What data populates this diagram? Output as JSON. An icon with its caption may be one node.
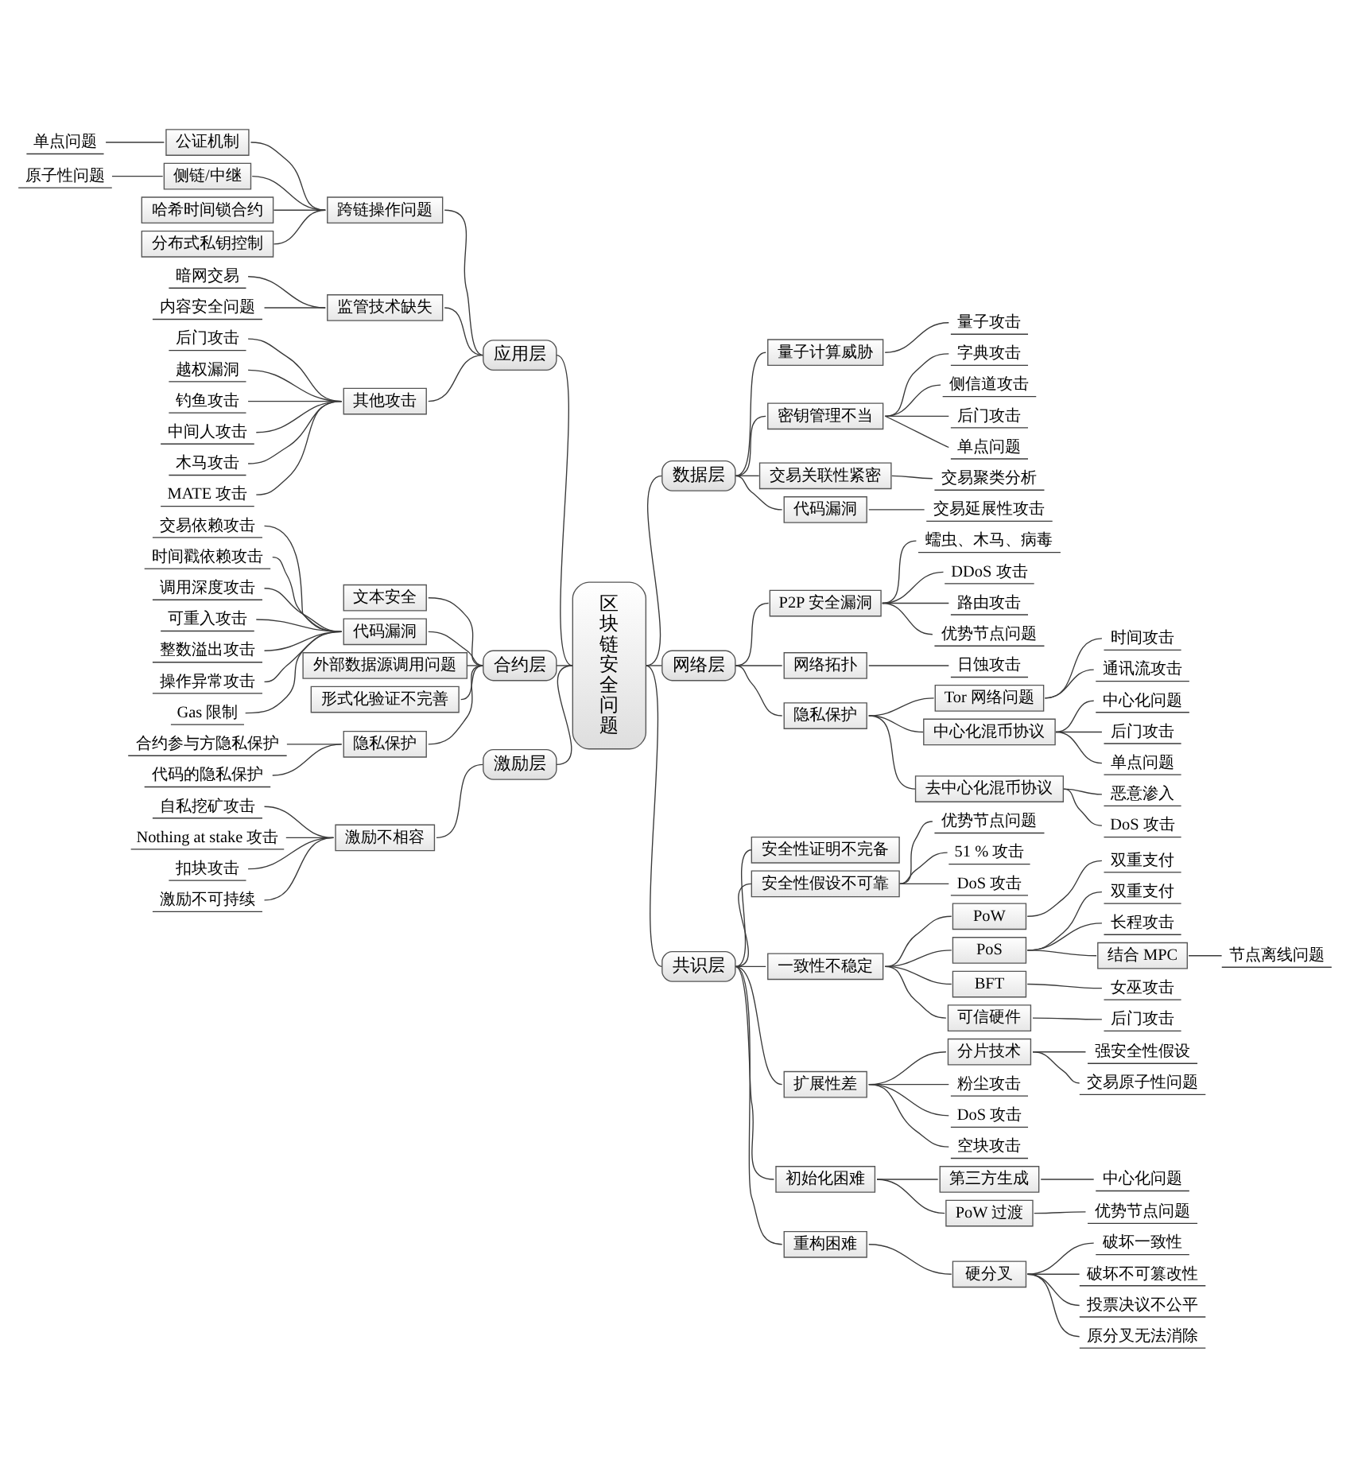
{
  "diagram": {
    "nodes": [
      {
        "text": [
          "区块链安全问题"
        ]
      },
      {
        "text": [
          "数据层"
        ]
      },
      {
        "text": [
          "量子计算威胁"
        ]
      },
      {
        "text": [
          "量子攻击"
        ]
      },
      {
        "text": [
          "密钥管理不当"
        ]
      },
      {
        "text": [
          "字典攻击"
        ]
      },
      {
        "text": [
          "侧信道攻击"
        ]
      },
      {
        "text": [
          "后门攻击"
        ]
      },
      {
        "text": [
          "单点问题"
        ]
      },
      {
        "text": [
          "交易关联性紧密"
        ]
      },
      {
        "text": [
          "交易聚类分析"
        ]
      },
      {
        "text": [
          "代码漏洞"
        ]
      },
      {
        "text": [
          "交易延展性攻击"
        ]
      },
      {
        "text": [
          "网络层"
        ]
      },
      {
        "text": [
          "P2P 安全漏洞"
        ]
      },
      {
        "text": [
          "蠕虫、木马、病毒"
        ]
      },
      {
        "text": [
          "DDoS 攻击"
        ]
      },
      {
        "text": [
          "路由攻击"
        ]
      },
      {
        "text": [
          "优势节点问题"
        ]
      },
      {
        "text": [
          "网络拓扑"
        ]
      },
      {
        "text": [
          "日蚀攻击"
        ]
      },
      {
        "text": [
          "隐私保护"
        ]
      },
      {
        "text": [
          "Tor 网络问题"
        ]
      },
      {
        "text": [
          "时间攻击"
        ]
      },
      {
        "text": [
          "通讯流攻击"
        ]
      },
      {
        "text": [
          "中心化混币协议"
        ]
      },
      {
        "text": [
          "中心化问题"
        ]
      },
      {
        "text": [
          "后门攻击"
        ]
      },
      {
        "text": [
          "单点问题"
        ]
      },
      {
        "text": [
          "去中心化混币协议"
        ]
      },
      {
        "text": [
          "恶意渗入"
        ]
      },
      {
        "text": [
          "DoS 攻击"
        ]
      },
      {
        "text": [
          "共识层"
        ]
      },
      {
        "text": [
          "安全性证明不完备"
        ]
      },
      {
        "text": [
          "安全性假设不可靠"
        ]
      },
      {
        "text": [
          "优势节点问题"
        ]
      },
      {
        "text": [
          "51 % 攻击"
        ]
      },
      {
        "text": [
          "DoS 攻击"
        ]
      },
      {
        "text": [
          "一致性不稳定"
        ]
      },
      {
        "text": [
          "PoW"
        ]
      },
      {
        "text": [
          "双重支付"
        ]
      },
      {
        "text": [
          "PoS"
        ]
      },
      {
        "text": [
          "双重支付"
        ]
      },
      {
        "text": [
          "长程攻击"
        ]
      },
      {
        "text": [
          "结合 MPC"
        ]
      },
      {
        "text": [
          "节点离线问题"
        ]
      },
      {
        "text": [
          "BFT"
        ]
      },
      {
        "text": [
          "女巫攻击"
        ]
      },
      {
        "text": [
          "可信硬件"
        ]
      },
      {
        "text": [
          "后门攻击"
        ]
      },
      {
        "text": [
          "扩展性差"
        ]
      },
      {
        "text": [
          "分片技术"
        ]
      },
      {
        "text": [
          "强安全性假设"
        ]
      },
      {
        "text": [
          "交易原子性问题"
        ]
      },
      {
        "text": [
          "粉尘攻击"
        ]
      },
      {
        "text": [
          "DoS 攻击"
        ]
      },
      {
        "text": [
          "空块攻击"
        ]
      },
      {
        "text": [
          "初始化困难"
        ]
      },
      {
        "text": [
          "第三方生成"
        ]
      },
      {
        "text": [
          "中心化问题"
        ]
      },
      {
        "text": [
          "PoW 过渡"
        ]
      },
      {
        "text": [
          "优势节点问题"
        ]
      },
      {
        "text": [
          "重构困难"
        ]
      },
      {
        "text": [
          "硬分叉"
        ]
      },
      {
        "text": [
          "破坏一致性"
        ]
      },
      {
        "text": [
          "破坏不可篡改性"
        ]
      },
      {
        "text": [
          "投票决议不公平"
        ]
      },
      {
        "text": [
          "原分叉无法消除"
        ]
      },
      {
        "text": [
          "应用层"
        ]
      },
      {
        "text": [
          "跨链操作问题"
        ]
      },
      {
        "text": [
          "公证机制"
        ]
      },
      {
        "text": [
          "单点问题"
        ]
      },
      {
        "text": [
          "侧链/中继"
        ]
      },
      {
        "text": [
          "原子性问题"
        ]
      },
      {
        "text": [
          "哈希时间锁合约"
        ]
      },
      {
        "text": [
          "分布式私钥控制"
        ]
      },
      {
        "text": [
          "监管技术缺失"
        ]
      },
      {
        "text": [
          "暗网交易"
        ]
      },
      {
        "text": [
          "内容安全问题"
        ]
      },
      {
        "text": [
          "其他攻击"
        ]
      },
      {
        "text": [
          "后门攻击"
        ]
      },
      {
        "text": [
          "越权漏洞"
        ]
      },
      {
        "text": [
          "钓鱼攻击"
        ]
      },
      {
        "text": [
          "中间人攻击"
        ]
      },
      {
        "text": [
          "木马攻击"
        ]
      },
      {
        "text": [
          "MATE 攻击"
        ]
      },
      {
        "text": [
          "合约层"
        ]
      },
      {
        "text": [
          "文本安全"
        ]
      },
      {
        "text": [
          "代码漏洞"
        ]
      },
      {
        "text": [
          "交易依赖攻击"
        ]
      },
      {
        "text": [
          "时间戳依赖攻击"
        ]
      },
      {
        "text": [
          "调用深度攻击"
        ]
      },
      {
        "text": [
          "可重入攻击"
        ]
      },
      {
        "text": [
          "整数溢出攻击"
        ]
      },
      {
        "text": [
          "操作异常攻击"
        ]
      },
      {
        "text": [
          "Gas 限制"
        ]
      },
      {
        "text": [
          "外部数据源调用问题"
        ]
      },
      {
        "text": [
          "形式化验证不完善"
        ]
      },
      {
        "text": [
          "隐私保护"
        ]
      },
      {
        "text": [
          "合约参与方隐私保护"
        ]
      },
      {
        "text": [
          "代码的隐私保护"
        ]
      },
      {
        "text": [
          "激励层"
        ]
      },
      {
        "text": [
          "激励不相容"
        ]
      },
      {
        "text": [
          "自私挖矿攻击"
        ]
      },
      {
        "text": [
          "Nothing at stake 攻击"
        ]
      },
      {
        "text": [
          "扣块攻击"
        ]
      },
      {
        "text": [
          "激励不可持续"
        ]
      }
    ],
    "edges": [
      {
        "from": 0,
        "to": 1,
        "arrow": "none"
      },
      {
        "from": 1,
        "to": 2,
        "arrow": "none"
      },
      {
        "from": 2,
        "to": 3,
        "arrow": "none"
      },
      {
        "from": 1,
        "to": 4,
        "arrow": "none"
      },
      {
        "from": 4,
        "to": 5,
        "arrow": "none"
      },
      {
        "from": 4,
        "to": 6,
        "arrow": "none"
      },
      {
        "from": 4,
        "to": 7,
        "arrow": "none"
      },
      {
        "from": 4,
        "to": 8,
        "arrow": "none"
      },
      {
        "from": 1,
        "to": 9,
        "arrow": "none"
      },
      {
        "from": 9,
        "to": 10,
        "arrow": "none"
      },
      {
        "from": 1,
        "to": 11,
        "arrow": "none"
      },
      {
        "from": 11,
        "to": 12,
        "arrow": "none"
      },
      {
        "from": 0,
        "to": 13,
        "arrow": "none"
      },
      {
        "from": 13,
        "to": 14,
        "arrow": "none"
      },
      {
        "from": 14,
        "to": 15,
        "arrow": "none"
      },
      {
        "from": 14,
        "to": 16,
        "arrow": "none"
      },
      {
        "from": 14,
        "to": 17,
        "arrow": "none"
      },
      {
        "from": 14,
        "to": 18,
        "arrow": "none"
      },
      {
        "from": 13,
        "to": 19,
        "arrow": "none"
      },
      {
        "from": 19,
        "to": 20,
        "arrow": "none"
      },
      {
        "from": 13,
        "to": 21,
        "arrow": "none"
      },
      {
        "from": 21,
        "to": 22,
        "arrow": "none"
      },
      {
        "from": 22,
        "to": 23,
        "arrow": "none"
      },
      {
        "from": 22,
        "to": 24,
        "arrow": "none"
      },
      {
        "from": 21,
        "to": 25,
        "arrow": "none"
      },
      {
        "from": 25,
        "to": 26,
        "arrow": "none"
      },
      {
        "from": 25,
        "to": 27,
        "arrow": "none"
      },
      {
        "from": 25,
        "to": 28,
        "arrow": "none"
      },
      {
        "from": 21,
        "to": 29,
        "arrow": "none"
      },
      {
        "from": 29,
        "to": 30,
        "arrow": "none"
      },
      {
        "from": 29,
        "to": 31,
        "arrow": "none"
      },
      {
        "from": 0,
        "to": 32,
        "arrow": "none"
      },
      {
        "from": 32,
        "to": 33,
        "arrow": "none"
      },
      {
        "from": 32,
        "to": 34,
        "arrow": "none"
      },
      {
        "from": 34,
        "to": 35,
        "arrow": "none"
      },
      {
        "from": 34,
        "to": 36,
        "arrow": "none"
      },
      {
        "from": 34,
        "to": 37,
        "arrow": "none"
      },
      {
        "from": 32,
        "to": 38,
        "arrow": "none"
      },
      {
        "from": 38,
        "to": 39,
        "arrow": "none"
      },
      {
        "from": 39,
        "to": 40,
        "arrow": "none"
      },
      {
        "from": 38,
        "to": 41,
        "arrow": "none"
      },
      {
        "from": 41,
        "to": 42,
        "arrow": "none"
      },
      {
        "from": 41,
        "to": 43,
        "arrow": "none"
      },
      {
        "from": 41,
        "to": 44,
        "arrow": "none"
      },
      {
        "from": 44,
        "to": 45,
        "arrow": "none"
      },
      {
        "from": 38,
        "to": 46,
        "arrow": "none"
      },
      {
        "from": 46,
        "to": 47,
        "arrow": "none"
      },
      {
        "from": 38,
        "to": 48,
        "arrow": "none"
      },
      {
        "from": 48,
        "to": 49,
        "arrow": "none"
      },
      {
        "from": 32,
        "to": 50,
        "arrow": "none"
      },
      {
        "from": 50,
        "to": 51,
        "arrow": "none"
      },
      {
        "from": 51,
        "to": 52,
        "arrow": "none"
      },
      {
        "from": 51,
        "to": 53,
        "arrow": "none"
      },
      {
        "from": 50,
        "to": 54,
        "arrow": "none"
      },
      {
        "from": 50,
        "to": 55,
        "arrow": "none"
      },
      {
        "from": 50,
        "to": 56,
        "arrow": "none"
      },
      {
        "from": 32,
        "to": 57,
        "arrow": "none"
      },
      {
        "from": 57,
        "to": 58,
        "arrow": "none"
      },
      {
        "from": 58,
        "to": 59,
        "arrow": "none"
      },
      {
        "from": 57,
        "to": 60,
        "arrow": "none"
      },
      {
        "from": 60,
        "to": 61,
        "arrow": "none"
      },
      {
        "from": 32,
        "to": 62,
        "arrow": "none"
      },
      {
        "from": 62,
        "to": 63,
        "arrow": "none"
      },
      {
        "from": 63,
        "to": 64,
        "arrow": "none"
      },
      {
        "from": 63,
        "to": 65,
        "arrow": "none"
      },
      {
        "from": 63,
        "to": 66,
        "arrow": "none"
      },
      {
        "from": 63,
        "to": 67,
        "arrow": "none"
      },
      {
        "from": 0,
        "to": 68,
        "arrow": "none"
      },
      {
        "from": 68,
        "to": 69,
        "arrow": "none"
      },
      {
        "from": 69,
        "to": 70,
        "arrow": "none"
      },
      {
        "from": 70,
        "to": 71,
        "arrow": "none"
      },
      {
        "from": 69,
        "to": 72,
        "arrow": "none"
      },
      {
        "from": 72,
        "to": 73,
        "arrow": "none"
      },
      {
        "from": 69,
        "to": 74,
        "arrow": "none"
      },
      {
        "from": 69,
        "to": 75,
        "arrow": "none"
      },
      {
        "from": 68,
        "to": 76,
        "arrow": "none"
      },
      {
        "from": 76,
        "to": 77,
        "arrow": "none"
      },
      {
        "from": 76,
        "to": 78,
        "arrow": "none"
      },
      {
        "from": 68,
        "to": 79,
        "arrow": "none"
      },
      {
        "from": 79,
        "to": 80,
        "arrow": "none"
      },
      {
        "from": 79,
        "to": 81,
        "arrow": "none"
      },
      {
        "from": 79,
        "to": 82,
        "arrow": "none"
      },
      {
        "from": 79,
        "to": 83,
        "arrow": "none"
      },
      {
        "from": 79,
        "to": 84,
        "arrow": "none"
      },
      {
        "from": 79,
        "to": 85,
        "arrow": "none"
      },
      {
        "from": 0,
        "to": 86,
        "arrow": "none"
      },
      {
        "from": 86,
        "to": 87,
        "arrow": "none"
      },
      {
        "from": 86,
        "to": 88,
        "arrow": "none"
      },
      {
        "from": 88,
        "to": 89,
        "arrow": "none"
      },
      {
        "from": 88,
        "to": 90,
        "arrow": "none"
      },
      {
        "from": 88,
        "to": 91,
        "arrow": "none"
      },
      {
        "from": 88,
        "to": 92,
        "arrow": "none"
      },
      {
        "from": 88,
        "to": 93,
        "arrow": "none"
      },
      {
        "from": 88,
        "to": 94,
        "arrow": "none"
      },
      {
        "from": 88,
        "to": 95,
        "arrow": "none"
      },
      {
        "from": 86,
        "to": 96,
        "arrow": "none"
      },
      {
        "from": 86,
        "to": 97,
        "arrow": "none"
      },
      {
        "from": 86,
        "to": 98,
        "arrow": "none"
      },
      {
        "from": 98,
        "to": 99,
        "arrow": "none"
      },
      {
        "from": 98,
        "to": 100,
        "arrow": "none"
      },
      {
        "from": 0,
        "to": 101,
        "arrow": "none"
      },
      {
        "from": 101,
        "to": 102,
        "arrow": "none"
      },
      {
        "from": 102,
        "to": 103,
        "arrow": "none"
      },
      {
        "from": 102,
        "to": 104,
        "arrow": "none"
      },
      {
        "from": 102,
        "to": 105,
        "arrow": "none"
      },
      {
        "from": 102,
        "to": 106,
        "arrow": "none"
      }
    ]
  }
}
